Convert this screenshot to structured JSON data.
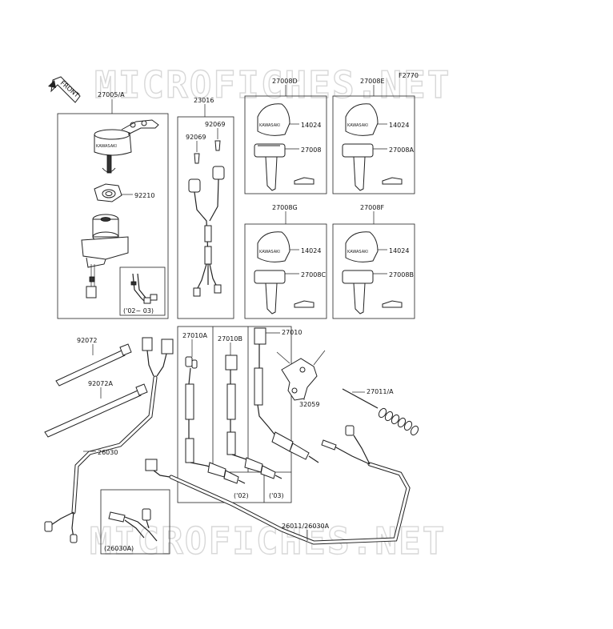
{
  "watermark": {
    "text": "MICROFICHES.NET"
  },
  "figure_code": "F2770",
  "front_badge": "FRONT",
  "labels": {
    "p27005A": "27005/A",
    "p92210": "92210",
    "yr_02_03": "('02~ 03)",
    "p23016": "23016",
    "p92069a": "92069",
    "p92069b": "92069",
    "p27008D": "27008D",
    "p27008E": "27008E",
    "p14024a": "14024",
    "p14024b": "14024",
    "p27008": "27008",
    "p27008A": "27008A",
    "p27008G": "27008G",
    "p27008F": "27008F",
    "p14024c": "14024",
    "p14024d": "14024",
    "p27008C": "27008C",
    "p27008B": "27008B",
    "p92072": "92072",
    "p92072A": "92072A",
    "p26030": "26030",
    "p27010A": "27010A",
    "p27010B": "27010B",
    "p27010": "27010",
    "p32059": "32059",
    "p27011A": "27011/A",
    "yr_02": "('02)",
    "yr_03": "('03)",
    "p26011_26030A": "26011/26030A",
    "p26030A": "(26030A)"
  },
  "key_brand": "KAWASAKI"
}
